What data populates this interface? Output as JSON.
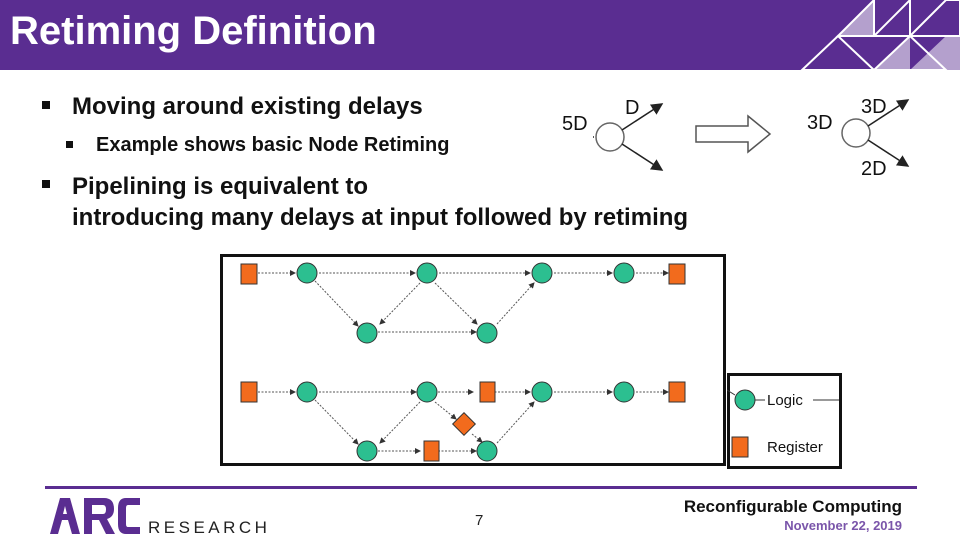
{
  "header": {
    "title": "Retiming Definition"
  },
  "colors": {
    "brand_purple": "#5a2d91",
    "logic_green": "#2cbf90",
    "register_orange": "#f26b1d",
    "date_purple": "#7a55aa"
  },
  "bullets": {
    "b1": "Moving around existing delays",
    "b1_sub": "Example shows basic Node Retiming",
    "b2_line1": "Pipelining is equivalent to",
    "b2_line2": "introducing many delays at input followed by retiming"
  },
  "retime_example": {
    "before_in": "5D",
    "before_out_top": "D",
    "after_in": "3D",
    "after_out_top": "3D",
    "after_out_bottom": "2D",
    "arrow_icon": "right-arrow-icon"
  },
  "legend": {
    "logic": "Logic",
    "register": "Register"
  },
  "footer": {
    "logo_text": "RESEARCH",
    "page_number": "7",
    "course": "Reconfigurable Computing",
    "date": "November 22, 2019"
  }
}
